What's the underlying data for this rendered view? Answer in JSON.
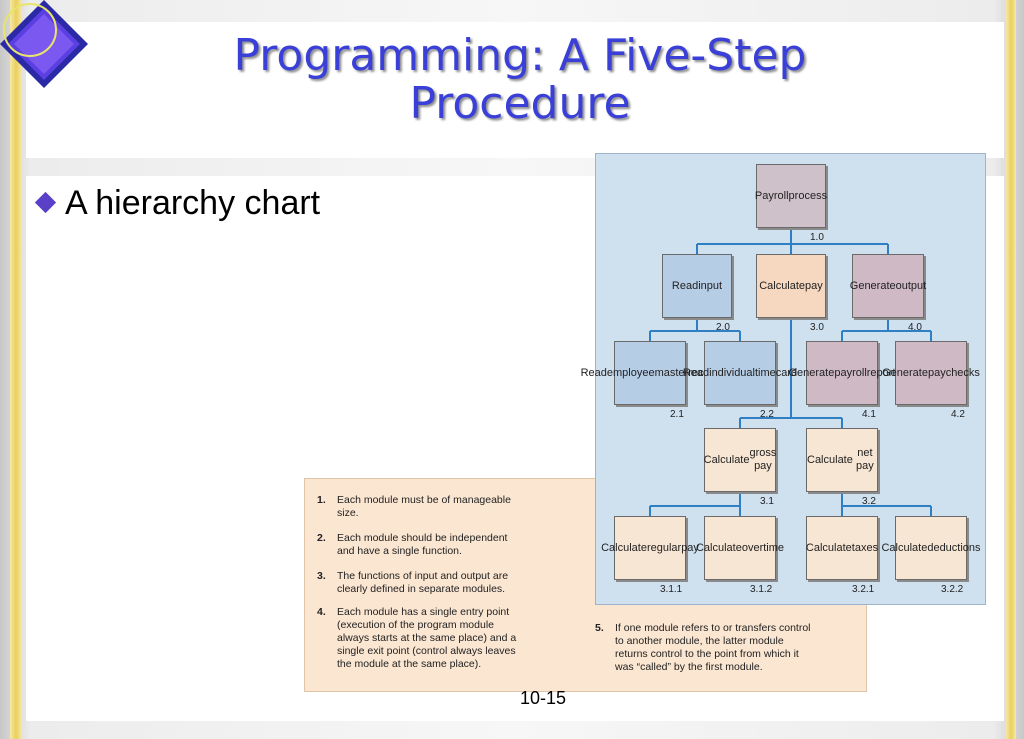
{
  "slide": {
    "title": "Programming: A Five-Step Procedure",
    "bullet": "A hierarchy chart",
    "page_number": "10-15"
  },
  "rules": [
    {
      "num": "1.",
      "lines": [
        "Each module must be of manageable",
        "size."
      ]
    },
    {
      "num": "2.",
      "lines": [
        "Each module should be independent",
        "and have a single function."
      ]
    },
    {
      "num": "3.",
      "lines": [
        "The functions of input and output are",
        "clearly defined in separate modules."
      ]
    },
    {
      "num": "4.",
      "lines": [
        "Each module has a single entry point",
        "(execution of the program module",
        "always starts at the same place) and a",
        "single exit point (control always leaves",
        "the module at the same place)."
      ]
    },
    {
      "num": "5.",
      "lines": [
        "If one module refers to or transfers control",
        "to another module, the latter module",
        "returns control to the point from which it",
        "was “called” by the first module."
      ]
    }
  ],
  "chart": {
    "nodes": [
      {
        "id": "1.0",
        "lines": [
          "Payroll",
          "process"
        ],
        "label": "1.0"
      },
      {
        "id": "2.0",
        "lines": [
          "Read",
          "input"
        ],
        "label": "2.0"
      },
      {
        "id": "3.0",
        "lines": [
          "Calculate",
          "pay"
        ],
        "label": "3.0"
      },
      {
        "id": "4.0",
        "lines": [
          "Generate",
          "output"
        ],
        "label": "4.0"
      },
      {
        "id": "2.1",
        "lines": [
          "Read",
          "employee",
          "master",
          "record"
        ],
        "label": "2.1"
      },
      {
        "id": "2.2",
        "lines": [
          "Read",
          "individual",
          "time",
          "card"
        ],
        "label": "2.2"
      },
      {
        "id": "4.1",
        "lines": [
          "Generate",
          "payroll",
          "report"
        ],
        "label": "4.1"
      },
      {
        "id": "4.2",
        "lines": [
          "Generate",
          "paychecks"
        ],
        "label": "4.2"
      },
      {
        "id": "3.1",
        "lines": [
          "Calculate",
          "gross pay"
        ],
        "label": "3.1"
      },
      {
        "id": "3.2",
        "lines": [
          "Calculate",
          "net pay"
        ],
        "label": "3.2"
      },
      {
        "id": "3.1.1",
        "lines": [
          "Calculate",
          "regular",
          "pay"
        ],
        "label": "3.1.1"
      },
      {
        "id": "3.1.2",
        "lines": [
          "Calculate",
          "overtime"
        ],
        "label": "3.1.2"
      },
      {
        "id": "3.2.1",
        "lines": [
          "Calculate",
          "taxes"
        ],
        "label": "3.2.1"
      },
      {
        "id": "3.2.2",
        "lines": [
          "Calculate",
          "deductions"
        ],
        "label": "3.2.2"
      }
    ],
    "edges": [
      [
        "1.0",
        "2.0"
      ],
      [
        "1.0",
        "3.0"
      ],
      [
        "1.0",
        "4.0"
      ],
      [
        "2.0",
        "2.1"
      ],
      [
        "2.0",
        "2.2"
      ],
      [
        "4.0",
        "4.1"
      ],
      [
        "4.0",
        "4.2"
      ],
      [
        "3.0",
        "3.1"
      ],
      [
        "3.0",
        "3.2"
      ],
      [
        "3.1",
        "3.1.1"
      ],
      [
        "3.1",
        "3.1.2"
      ],
      [
        "3.2",
        "3.2.1"
      ],
      [
        "3.2",
        "3.2.2"
      ]
    ],
    "colors": {
      "line": "#2e7fc4",
      "title": "#3a3fd8"
    }
  }
}
